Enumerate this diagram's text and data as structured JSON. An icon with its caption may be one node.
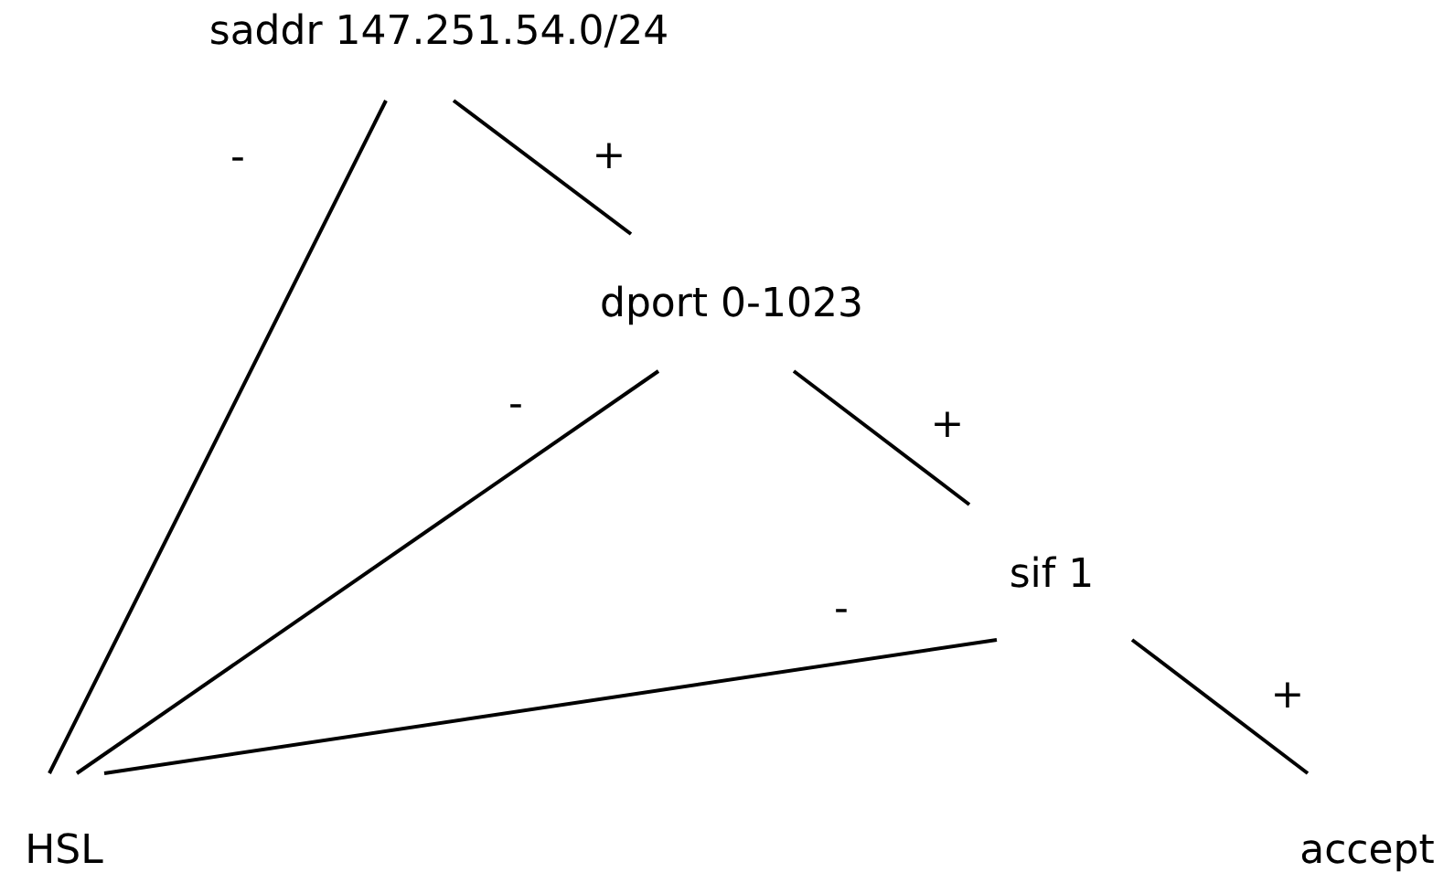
{
  "diagram": {
    "nodes": [
      {
        "text": [
          "saddr 147.251.54.0/24"
        ]
      },
      {
        "text": [
          "dport 0-1023"
        ]
      },
      {
        "text": [
          "sif 1"
        ]
      },
      {
        "text": [
          "HSL"
        ]
      },
      {
        "text": [
          "accept"
        ]
      }
    ],
    "edges": [
      {
        "from": 0,
        "to": 1,
        "arrow": "none",
        "label": "+"
      },
      {
        "from": 0,
        "to": 3,
        "arrow": "none",
        "label": "-"
      },
      {
        "from": 1,
        "to": 2,
        "arrow": "none",
        "label": "+"
      },
      {
        "from": 1,
        "to": 3,
        "arrow": "none",
        "label": "-"
      },
      {
        "from": 2,
        "to": 4,
        "arrow": "none",
        "label": "+"
      },
      {
        "from": 2,
        "to": 3,
        "arrow": "none",
        "label": "-"
      }
    ]
  }
}
